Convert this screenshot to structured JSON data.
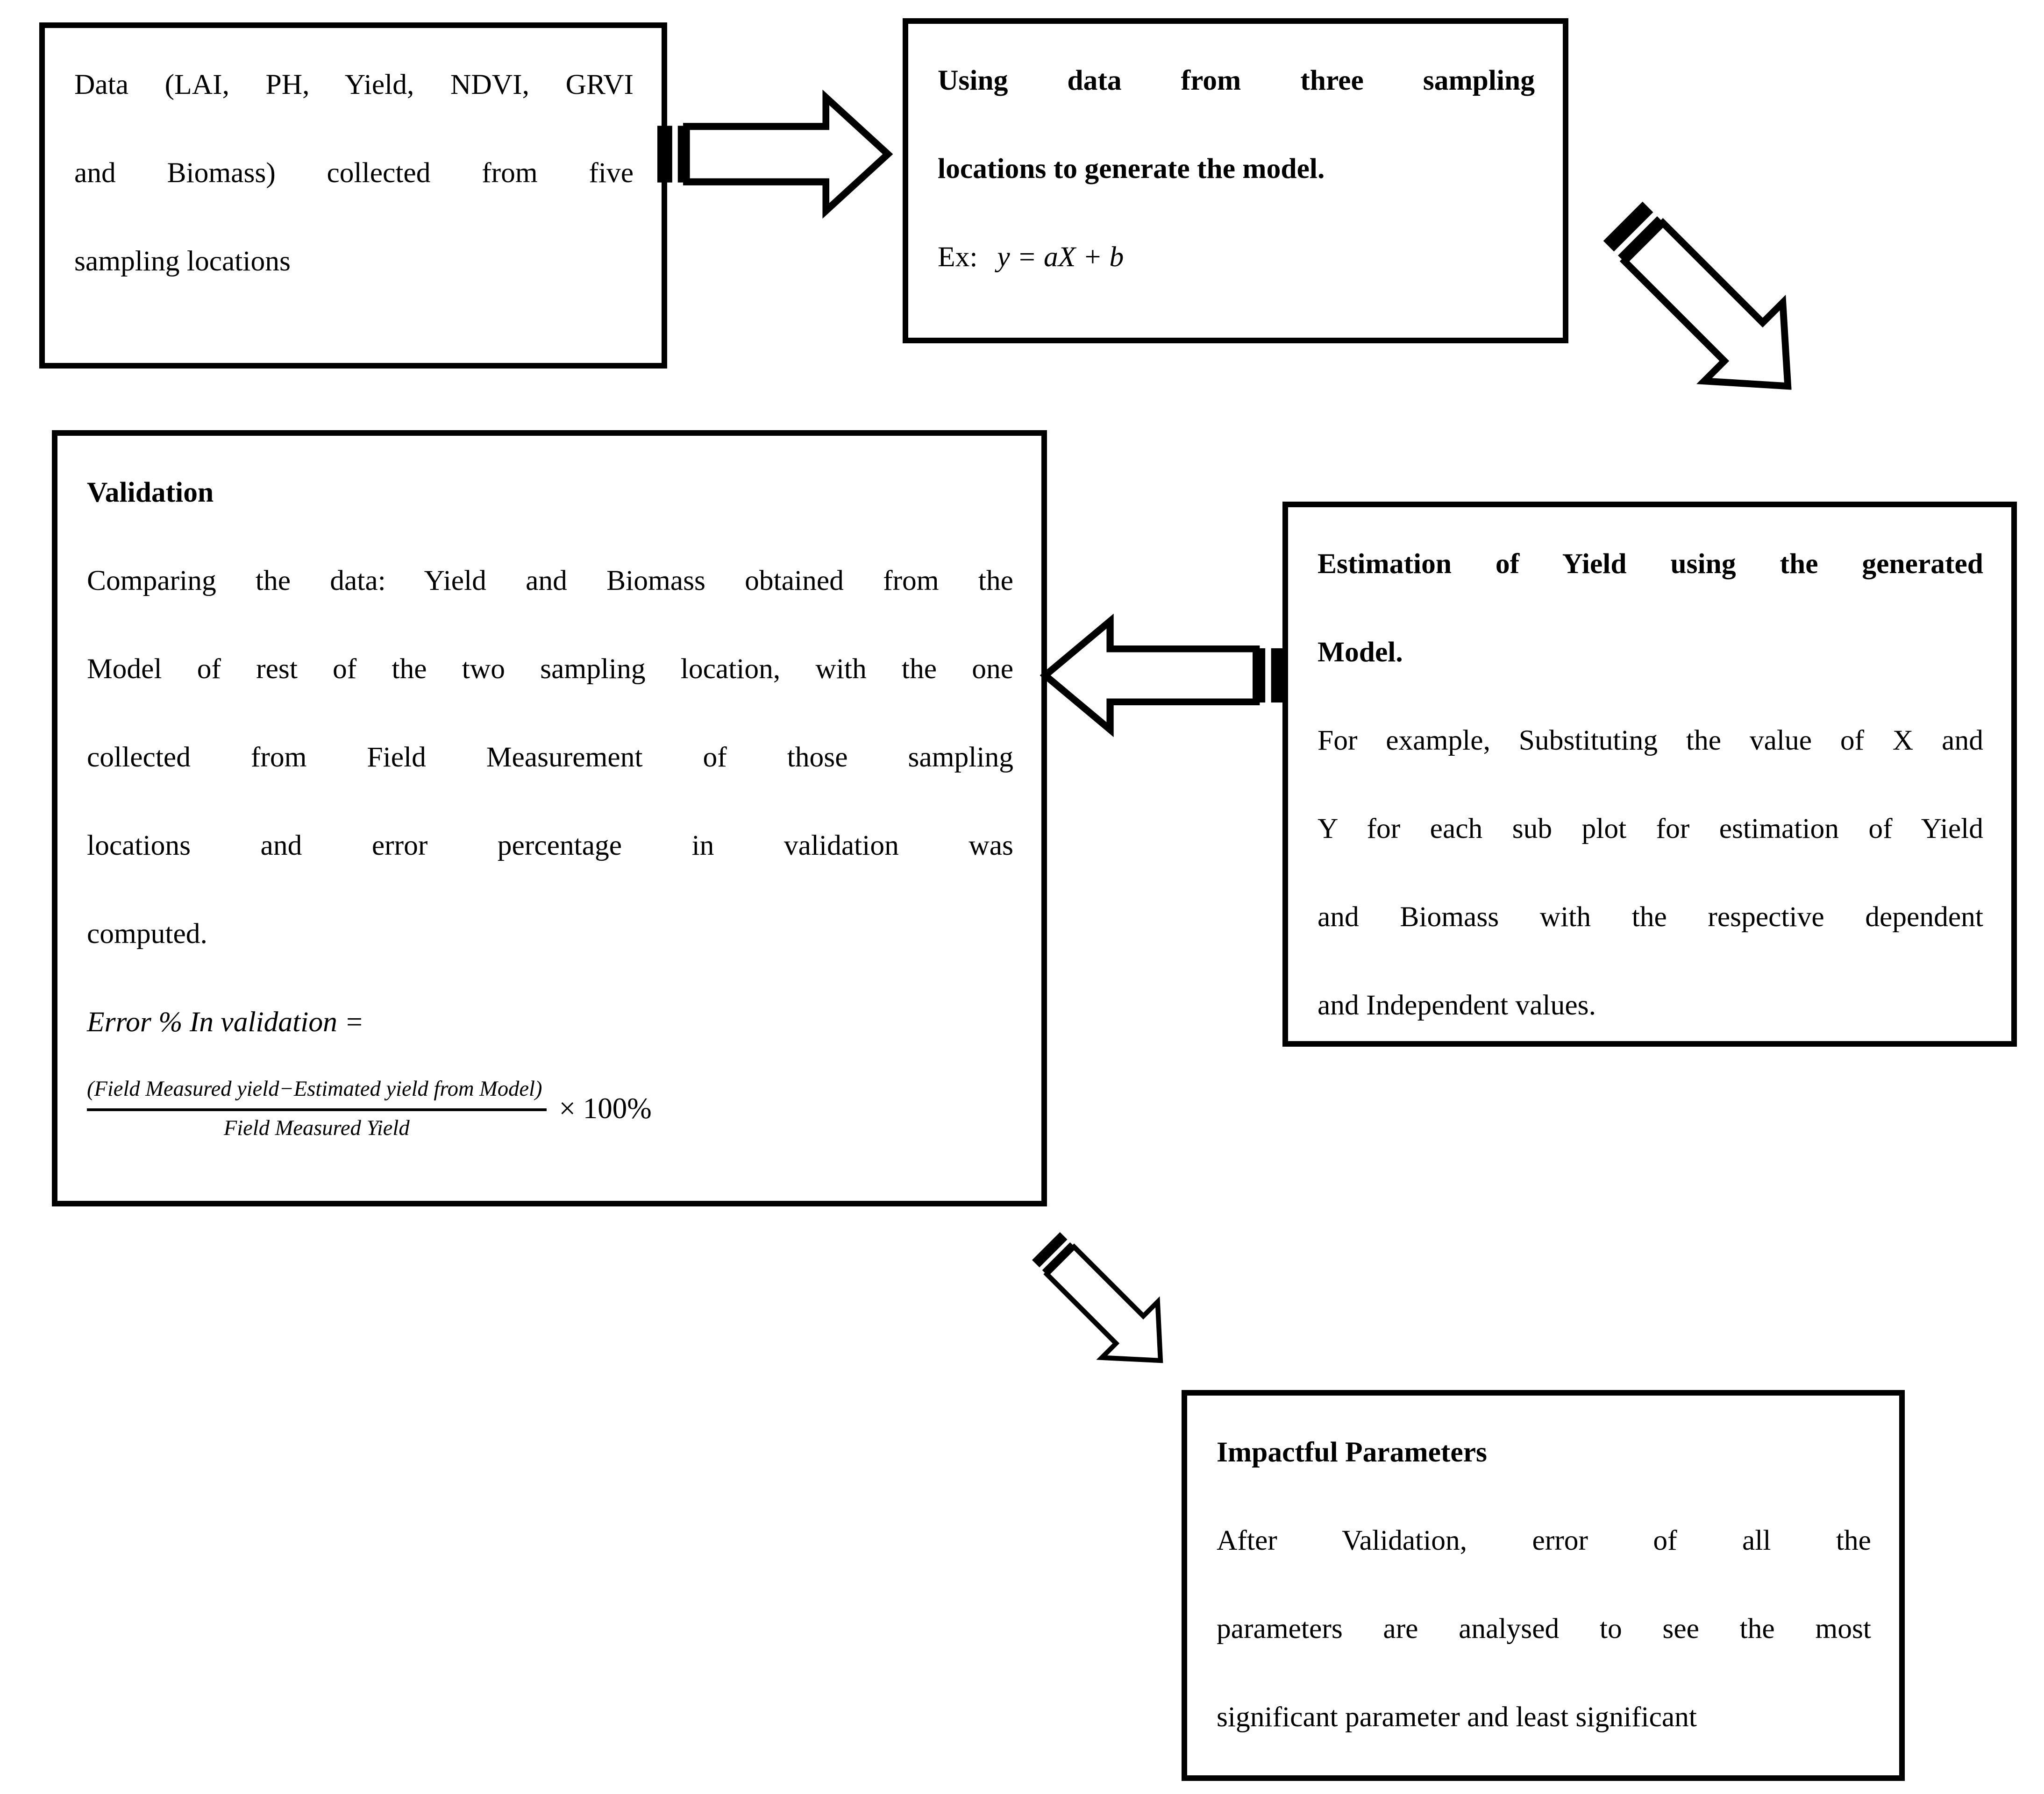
{
  "figure": {
    "background_color": "#ffffff",
    "line_color": "#000000"
  },
  "boxes": [
    {
      "name": "data-collection",
      "lines": [
        {
          "t": "Data (LAI, PH, Yield, NDVI, GRVI",
          "j": true
        },
        {
          "t": "and Biomass) collected from five",
          "j": true
        },
        {
          "t": "sampling locations"
        }
      ]
    },
    {
      "name": "model-generation",
      "lines": [
        {
          "t": "Using data from three sampling",
          "b": true,
          "j": true
        },
        {
          "t": "locations to generate the model.",
          "b": true
        }
      ],
      "example": {
        "label": "Ex:",
        "math": "y = aX + b"
      }
    },
    {
      "name": "validation",
      "lines": [
        {
          "t": "Validation",
          "b": true
        },
        {
          "t": "Comparing the data: Yield and Biomass obtained from the",
          "j": true
        },
        {
          "t": "Model of rest of the two sampling location, with the one",
          "j": true
        },
        {
          "t": "collected from Field Measurement of those sampling",
          "j": true
        },
        {
          "t": "locations and error percentage in validation was",
          "j": true
        },
        {
          "t": "computed."
        },
        {
          "t": "Error % In validation =",
          "i": true
        }
      ],
      "formula": {
        "numerator": "(Field Measured yield−Estimated yield from Model)",
        "denominator": "Field Measured Yield",
        "multiplier": "× 100%"
      }
    },
    {
      "name": "estimation",
      "lines": [
        {
          "t": "Estimation of Yield using the generated",
          "b": true,
          "j": true
        },
        {
          "t": "Model.",
          "b": true
        },
        {
          "t": "For example, Substituting the value of X and",
          "j": true
        },
        {
          "t": "Y for each sub plot for estimation of Yield",
          "j": true
        },
        {
          "t": "and Biomass with the respective dependent",
          "j": true
        },
        {
          "t": "and Independent values."
        }
      ]
    },
    {
      "name": "impactful-parameters",
      "lines": [
        {
          "t": "Impactful Parameters",
          "b": true
        },
        {
          "t": "After Validation, error of all the",
          "j": true
        },
        {
          "t": "parameters are analysed to see the most",
          "j": true
        },
        {
          "t": "significant parameter and least significant"
        }
      ]
    }
  ],
  "arrows": [
    {
      "name": "arrow-data-to-model",
      "direction": "right"
    },
    {
      "name": "arrow-model-to-estimation",
      "direction": "down-right"
    },
    {
      "name": "arrow-estimation-to-validation",
      "direction": "left"
    },
    {
      "name": "arrow-validation-to-impactful",
      "direction": "down-right"
    }
  ]
}
